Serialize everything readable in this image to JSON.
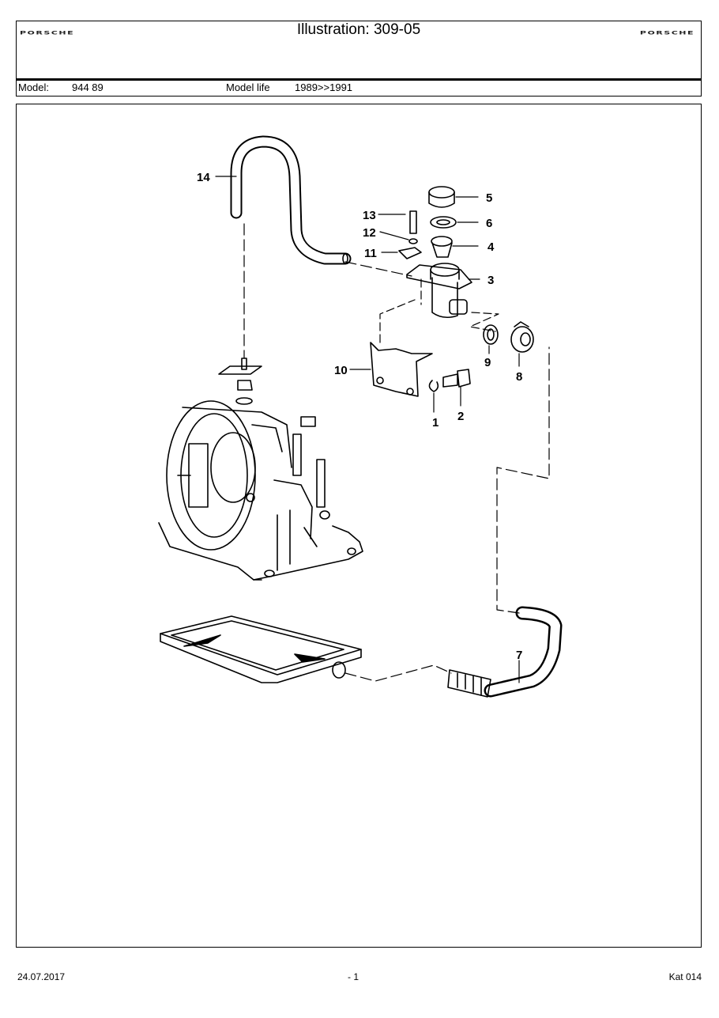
{
  "header": {
    "brand_left": "PORSCHE",
    "brand_right": "PORSCHE",
    "title": "Illustration: 309-05",
    "model_label": "Model:",
    "model_value": "944 89",
    "model_life_label": "Model life",
    "model_life_value": "1989>>1991"
  },
  "callouts": [
    {
      "label": "1"
    },
    {
      "label": "2"
    },
    {
      "label": "3"
    },
    {
      "label": "4"
    },
    {
      "label": "5"
    },
    {
      "label": "6"
    },
    {
      "label": "7"
    },
    {
      "label": "8"
    },
    {
      "label": "9"
    },
    {
      "label": "10"
    },
    {
      "label": "11"
    },
    {
      "label": "12"
    },
    {
      "label": "13"
    },
    {
      "label": "14"
    }
  ],
  "footer": {
    "date": "24.07.2017",
    "page": "- 1",
    "catalog": "Kat 014"
  }
}
